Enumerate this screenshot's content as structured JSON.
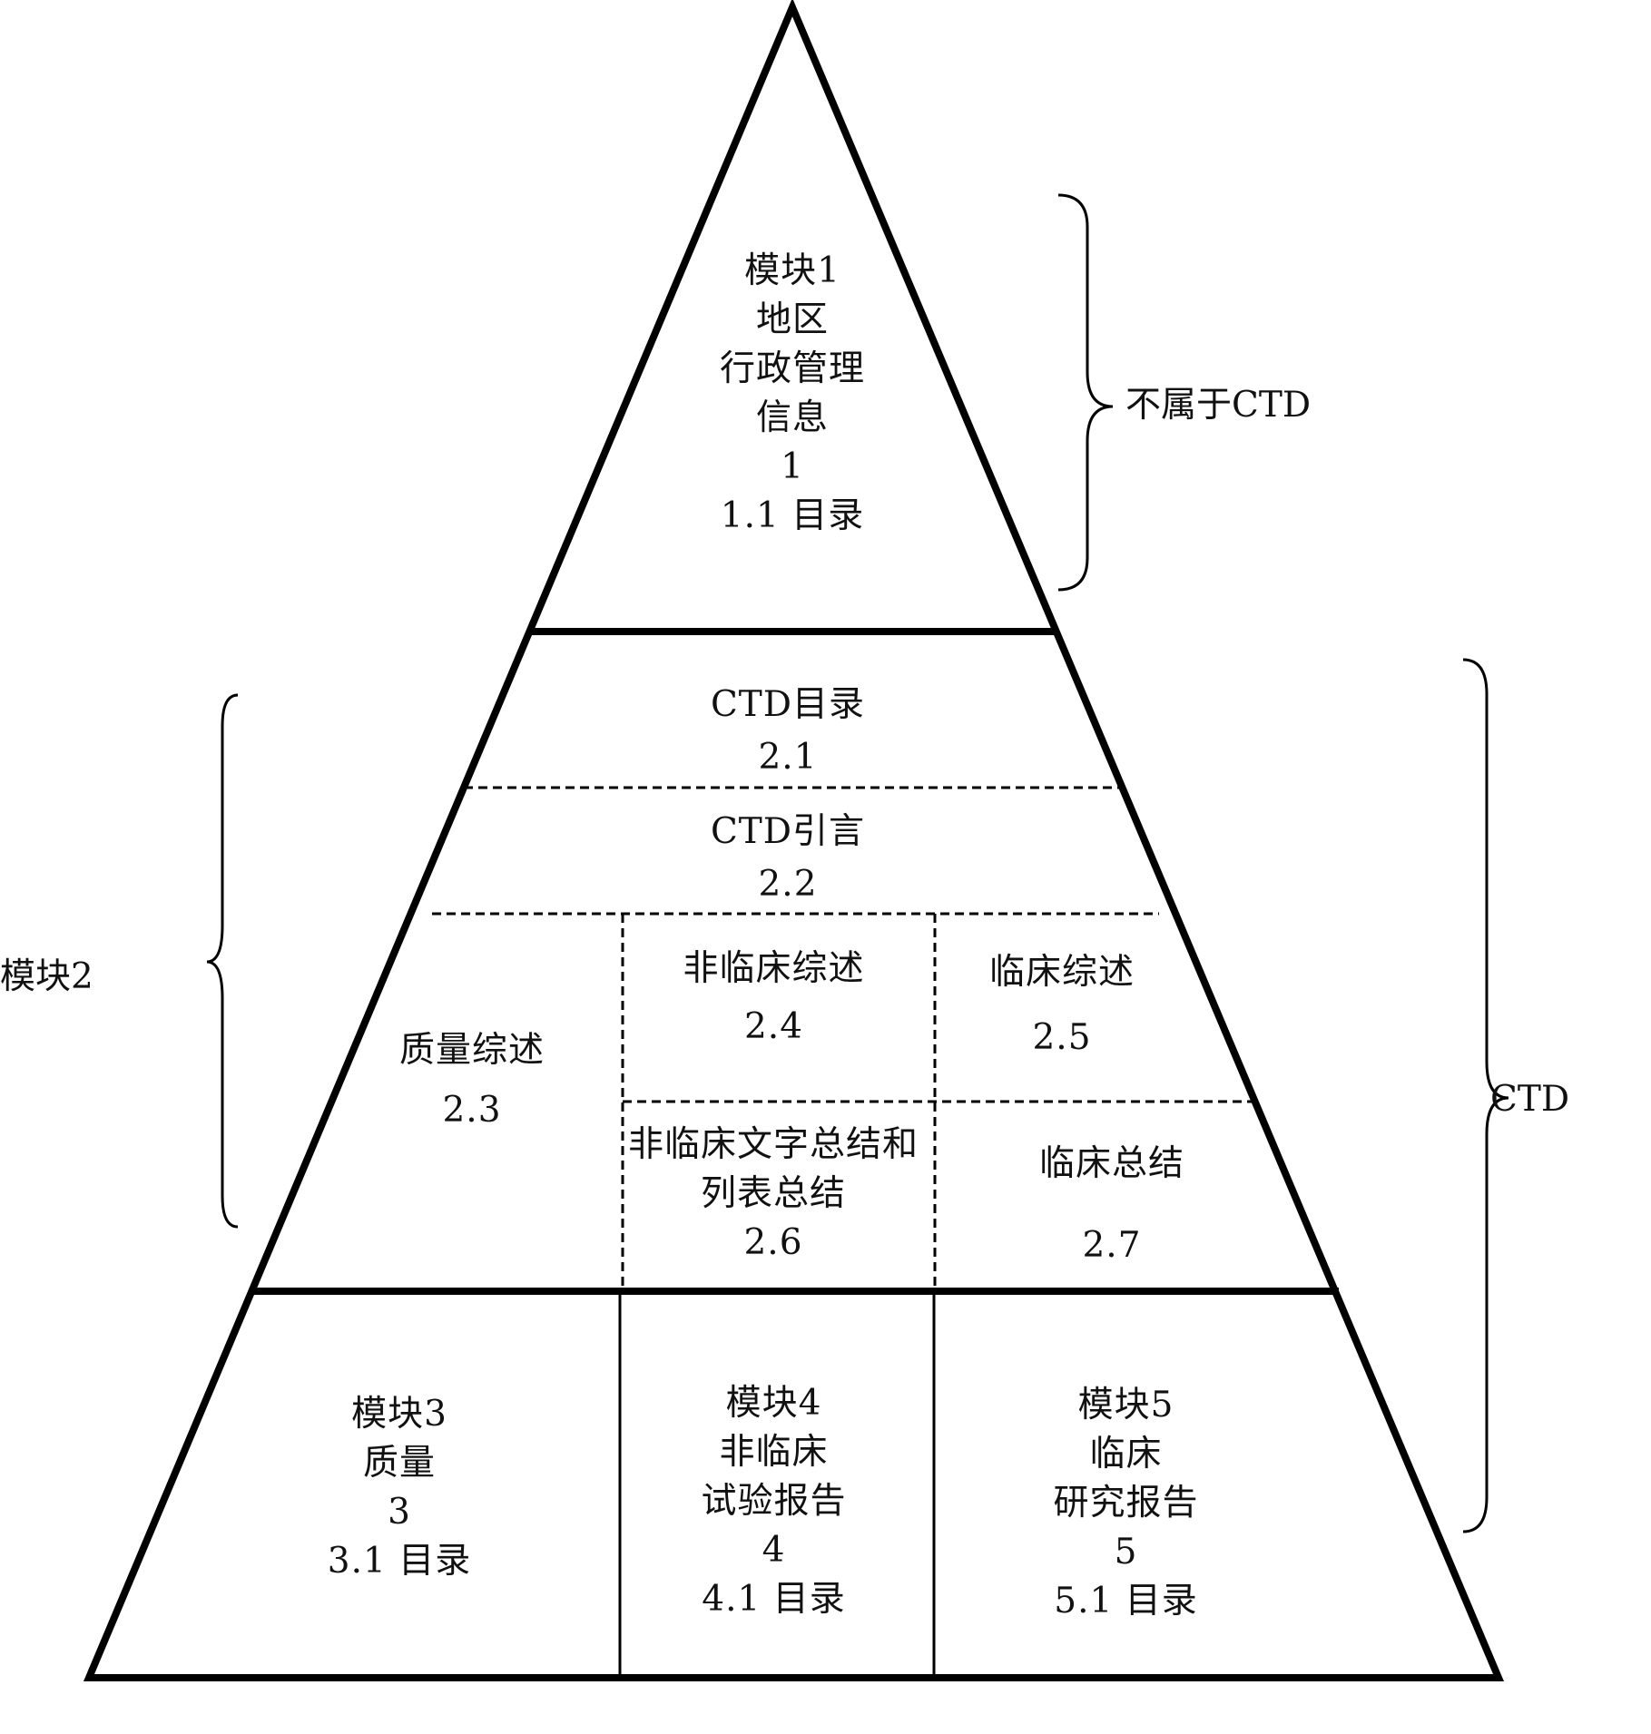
{
  "module1": {
    "lines": [
      "模块1",
      "地区",
      "行政管理",
      "信息",
      "1",
      "1.1 目录"
    ]
  },
  "m2_1": {
    "lines": [
      "CTD目录",
      "2.1"
    ]
  },
  "m2_2": {
    "lines": [
      "CTD引言",
      "2.2"
    ]
  },
  "m2_3": {
    "lines": [
      "质量综述",
      "2.3"
    ]
  },
  "m2_4": {
    "lines": [
      "非临床综述",
      "2.4"
    ]
  },
  "m2_5": {
    "lines": [
      "临床综述",
      "2.5"
    ]
  },
  "m2_6": {
    "lines": [
      "非临床文字总结和",
      "列表总结",
      "2.6"
    ]
  },
  "m2_7": {
    "lines": [
      "临床总结",
      "2.7"
    ]
  },
  "module3": {
    "lines": [
      "模块3",
      "质量",
      "3",
      "3.1 目录"
    ]
  },
  "module4": {
    "lines": [
      "模块4",
      "非临床",
      "试验报告",
      "4",
      "4.1 目录"
    ]
  },
  "module5": {
    "lines": [
      "模块5",
      "临床",
      "研究报告",
      "5",
      "5.1 目录"
    ]
  },
  "brackets": {
    "not_ctd": "不属于CTD",
    "module2": "模块2",
    "ctd": "CTD"
  }
}
